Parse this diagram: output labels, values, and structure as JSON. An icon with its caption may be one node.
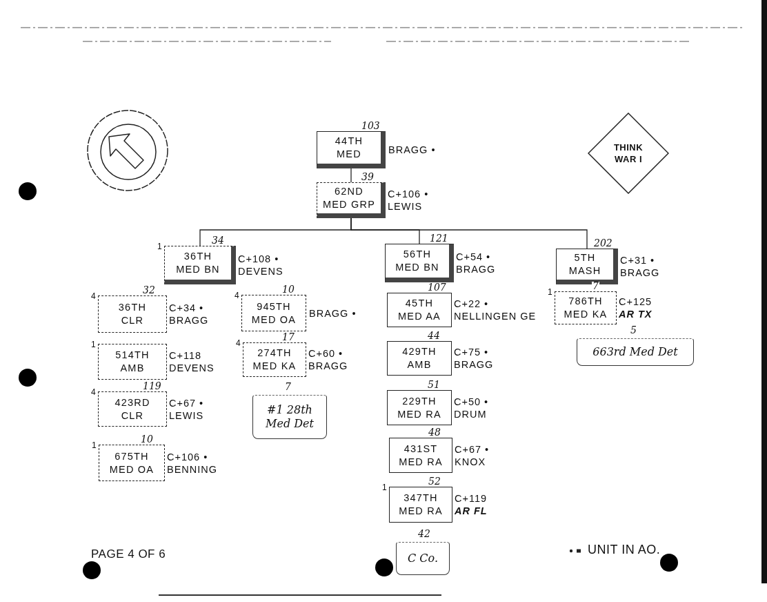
{
  "diagram": {
    "nodes": [
      {
        "text": [
          "44TH MED"
        ],
        "beside": [
          "BRAGG •",
          "103"
        ]
      },
      {
        "text": [
          "62ND MED GRP"
        ],
        "beside": [
          "C+106 •",
          "LEWIS",
          "39"
        ]
      },
      {
        "text": [
          "36TH MED BN"
        ],
        "beside": [
          "C+108 •",
          "DEVENS",
          "34",
          "1"
        ]
      },
      {
        "text": [
          "56TH MED BN"
        ],
        "beside": [
          "C+54 •",
          "BRAGG",
          "121"
        ]
      },
      {
        "text": [
          "5TH MASH"
        ],
        "beside": [
          "C+31 •",
          "BRAGG",
          "202"
        ]
      },
      {
        "text": [
          "36TH CLR"
        ],
        "beside": [
          "C+34 •",
          "BRAGG",
          "32",
          "4"
        ]
      },
      {
        "text": [
          "945TH MED OA"
        ],
        "beside": [
          "BRAGG •",
          "10",
          "4"
        ]
      },
      {
        "text": [
          "45TH MED AA"
        ],
        "beside": [
          "C+22 •",
          "NELLINGEN GE",
          "107"
        ]
      },
      {
        "text": [
          "786TH MED KA"
        ],
        "beside": [
          "C+125",
          "AR TX",
          "7",
          "1"
        ]
      },
      {
        "text": [
          "514TH AMB"
        ],
        "beside": [
          "C+118",
          "DEVENS",
          "1"
        ]
      },
      {
        "text": [
          "274TH MED KA"
        ],
        "beside": [
          "C+60 •",
          "BRAGG",
          "17",
          "4"
        ]
      },
      {
        "text": [
          "429TH AMB"
        ],
        "beside": [
          "C+75 •",
          "BRAGG",
          "44"
        ]
      },
      {
        "text": [
          "423RD CLR"
        ],
        "beside": [
          "C+67 •",
          "LEWIS",
          "119",
          "4"
        ]
      },
      {
        "text": [
          "229TH MED RA"
        ],
        "beside": [
          "C+50 •",
          "DRUM",
          "51"
        ]
      },
      {
        "text": [
          "675TH MED OA"
        ],
        "beside": [
          "C+106 •",
          "BENNING",
          "10",
          "1"
        ]
      },
      {
        "text": [
          "431ST MED RA"
        ],
        "beside": [
          "C+67 •",
          "KNOX",
          "48"
        ]
      },
      {
        "text": [
          "347TH MED RA"
        ],
        "beside": [
          "C+119",
          "AR FL",
          "52",
          "1"
        ]
      },
      {
        "text": [
          "#1 28th Med Det"
        ],
        "beside": [
          "7"
        ]
      },
      {
        "text": [
          "663rd Med Det"
        ],
        "beside": [
          "5"
        ]
      },
      {
        "text": [
          "C Co."
        ],
        "beside": [
          "42"
        ]
      },
      {
        "text": [
          "THINK WAR I"
        ]
      }
    ],
    "edges": [
      {
        "from": 0,
        "to": 1,
        "arrow": "none"
      },
      {
        "from": 1,
        "to": 2,
        "arrow": "none"
      },
      {
        "from": 1,
        "to": 3,
        "arrow": "none"
      },
      {
        "from": 1,
        "to": 4,
        "arrow": "none"
      }
    ],
    "labels": [
      "PAGE 4 OF 6"
    ],
    "legend": [
      {
        "text": "UNIT IN AO."
      }
    ]
  }
}
